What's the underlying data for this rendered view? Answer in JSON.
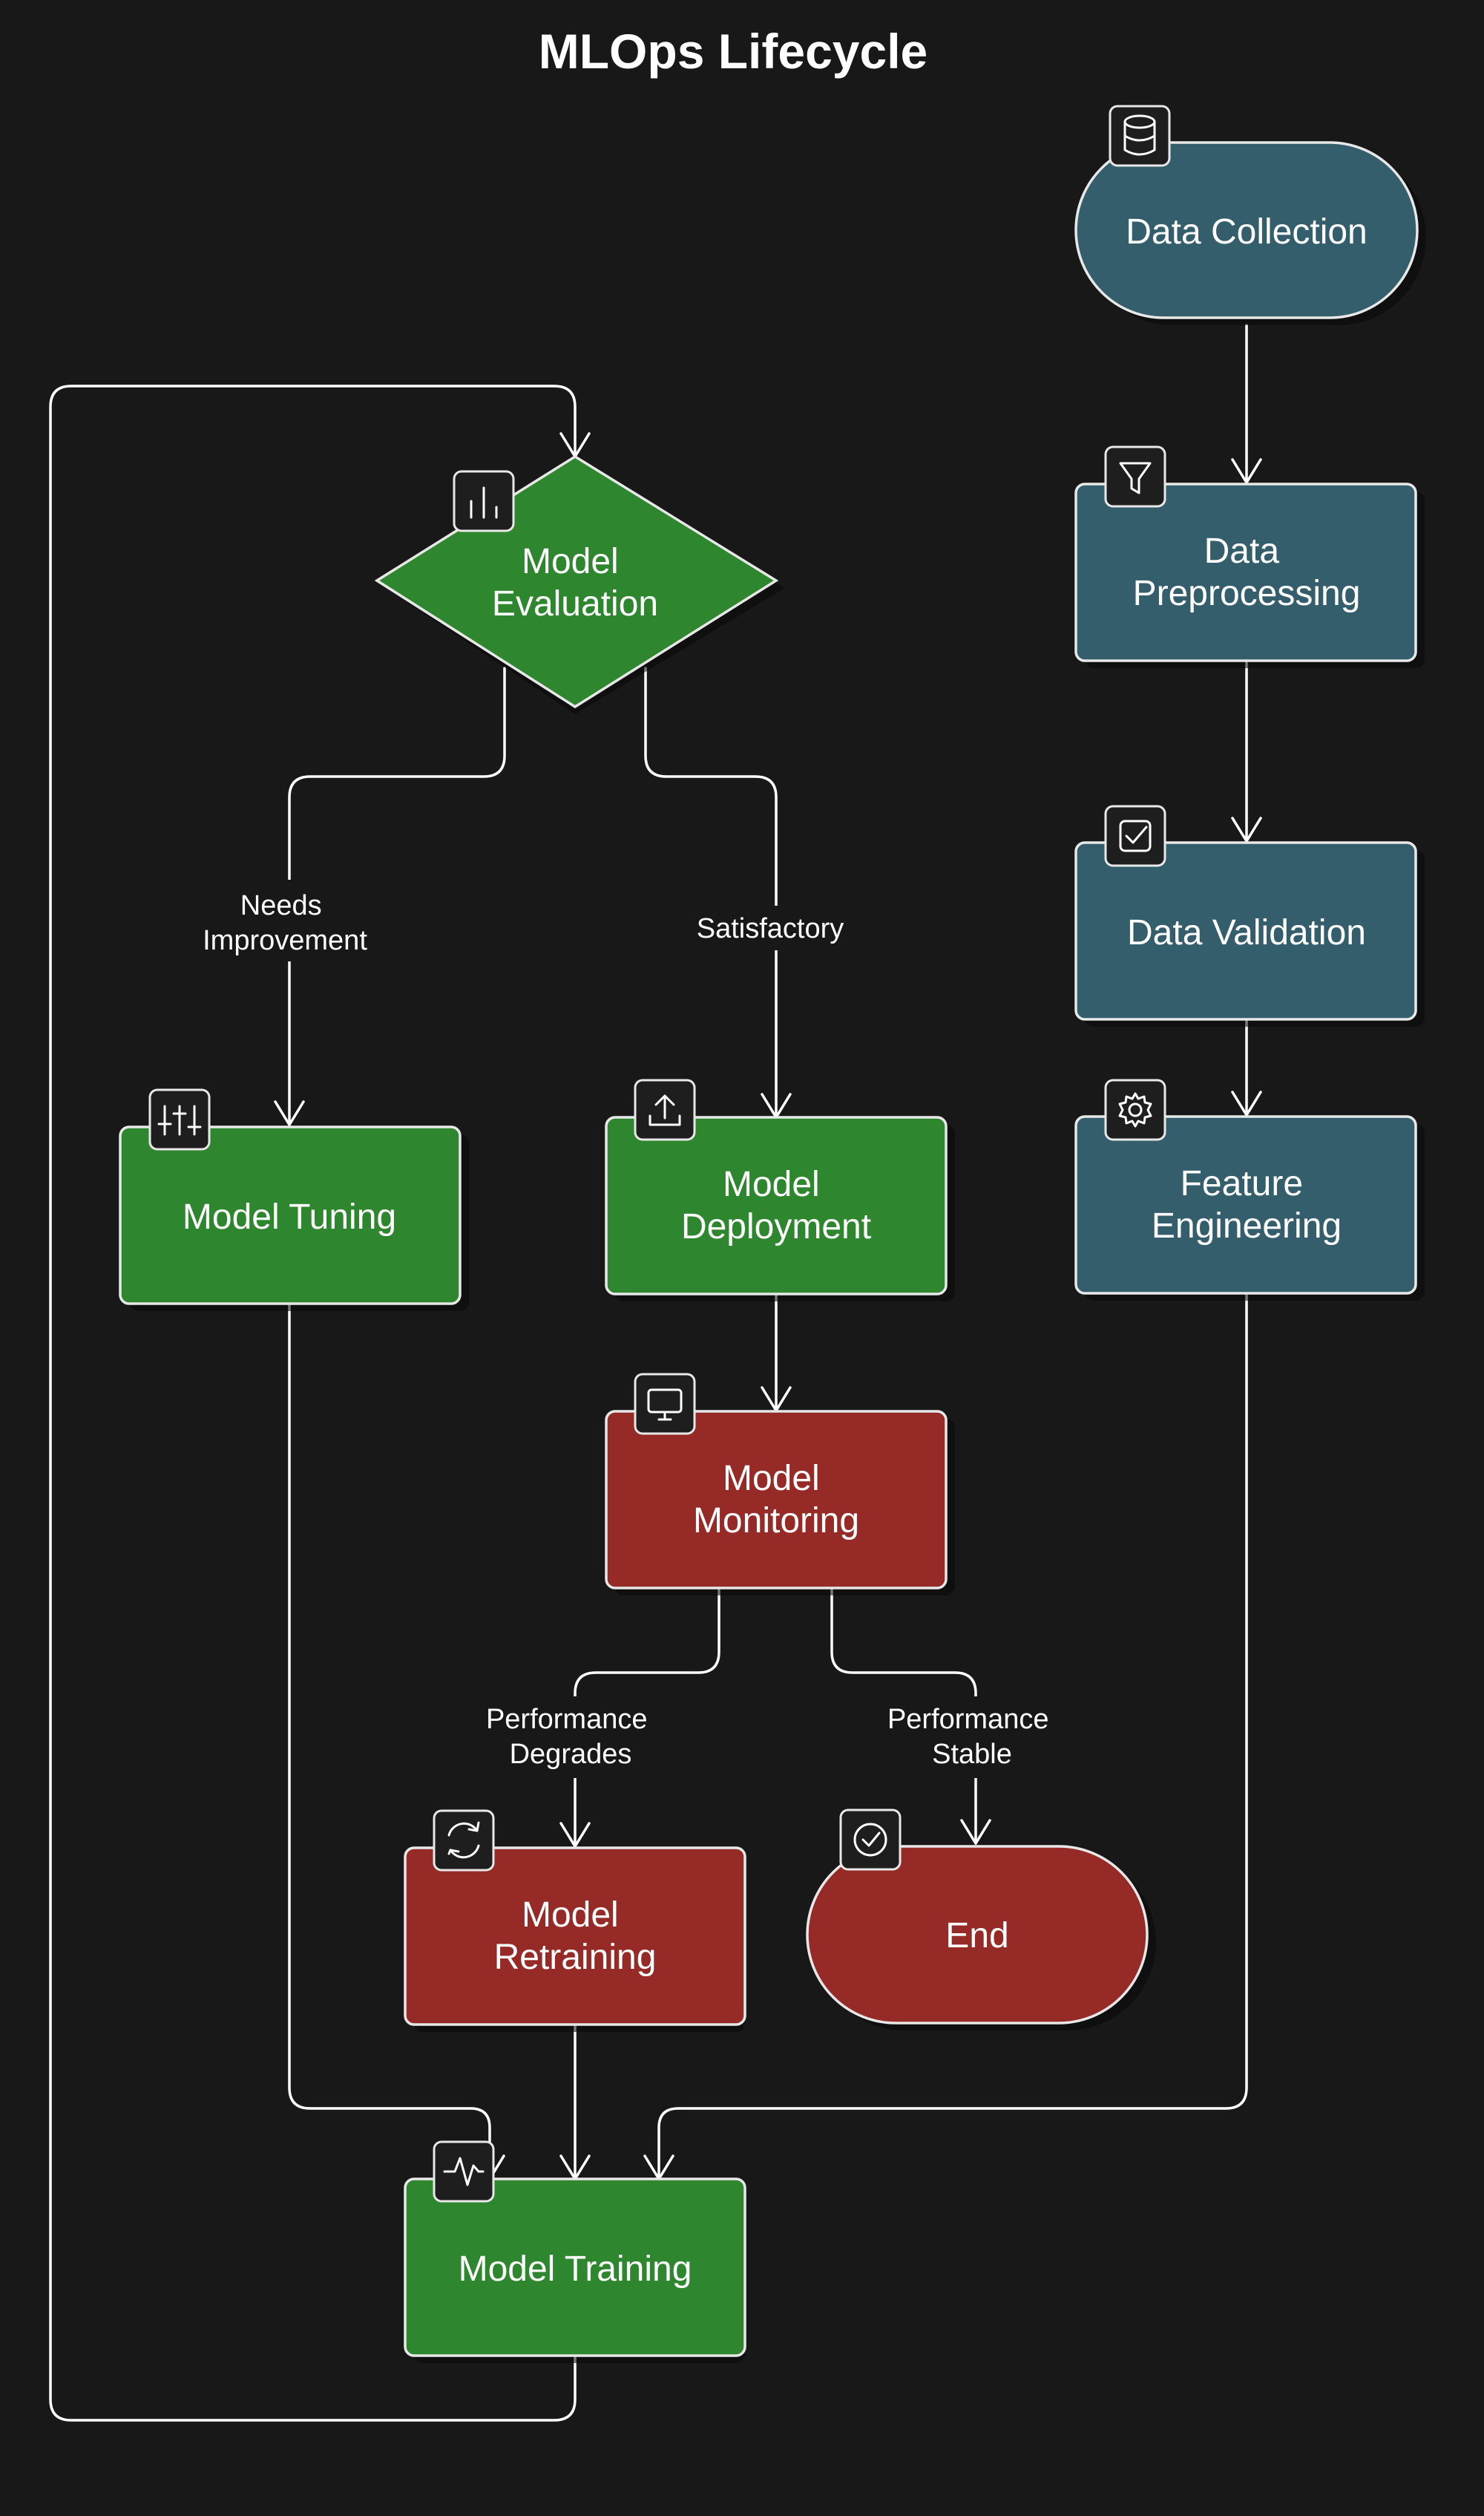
{
  "title": "MLOps Lifecycle",
  "colors": {
    "background": "#181818",
    "data_stage": "#355e6c",
    "model_stage": "#2e862e",
    "monitoring_stage": "#952a26"
  },
  "nodes": {
    "data_collection": {
      "lines": [
        "Data Collection"
      ],
      "icon": "database-icon"
    },
    "data_preprocessing": {
      "lines": [
        "Data",
        "Preprocessing"
      ],
      "icon": "filter-icon"
    },
    "data_validation": {
      "lines": [
        "Data Validation"
      ],
      "icon": "checkbox-icon"
    },
    "feature_engineering": {
      "lines": [
        "Feature",
        "Engineering"
      ],
      "icon": "gear-icon"
    },
    "model_training": {
      "lines": [
        "Model Training"
      ],
      "icon": "activity-icon"
    },
    "model_evaluation": {
      "lines": [
        "Model",
        "Evaluation"
      ],
      "icon": "bar-chart-icon"
    },
    "model_tuning": {
      "lines": [
        "Model Tuning"
      ],
      "icon": "sliders-icon"
    },
    "model_deployment": {
      "lines": [
        "Model",
        "Deployment"
      ],
      "icon": "upload-icon"
    },
    "model_monitoring": {
      "lines": [
        "Model",
        "Monitoring"
      ],
      "icon": "monitor-icon"
    },
    "model_retraining": {
      "lines": [
        "Model",
        "Retraining"
      ],
      "icon": "refresh-icon"
    },
    "end": {
      "lines": [
        "End"
      ],
      "icon": "check-circle-icon"
    }
  },
  "edge_labels": {
    "needs_improvement": [
      "Needs",
      "Improvement"
    ],
    "satisfactory": [
      "Satisfactory"
    ],
    "performance_degrades": [
      "Performance",
      "Degrades"
    ],
    "performance_stable": [
      "Performance",
      "Stable"
    ]
  }
}
